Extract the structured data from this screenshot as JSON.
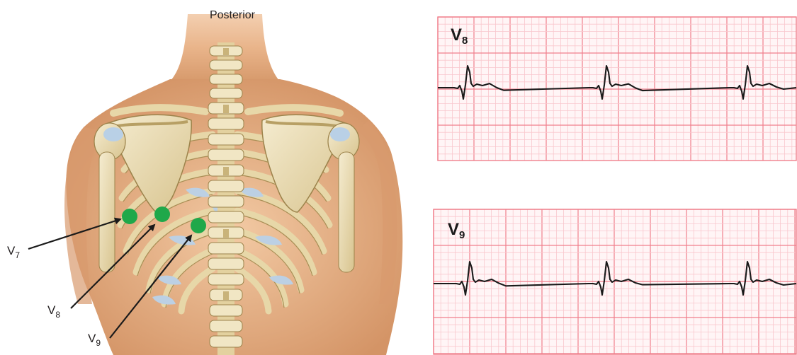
{
  "figure": {
    "view_label": "Posterior",
    "electrodes": [
      {
        "id": "v7",
        "base": "V",
        "sub": "7"
      },
      {
        "id": "v8",
        "base": "V",
        "sub": "8"
      },
      {
        "id": "v9",
        "base": "V",
        "sub": "9"
      }
    ],
    "electrode_color": "#1fa84a"
  },
  "ecg_strips": [
    {
      "id": "v8",
      "base": "V",
      "sub": "8"
    },
    {
      "id": "v9",
      "base": "V",
      "sub": "9"
    }
  ],
  "colors": {
    "grid_major": "#f07f8c",
    "grid_minor": "#f9c7cd",
    "trace": "#1a1a1a",
    "skin": "#e9b48a",
    "bone": "#ede0b8"
  }
}
